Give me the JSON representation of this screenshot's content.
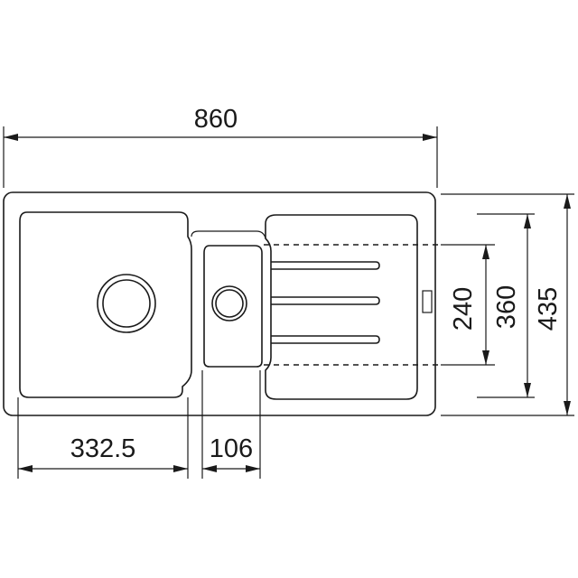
{
  "dimensions": {
    "overall_width": "860",
    "main_bowl_width": "332.5",
    "small_bowl_width": "106",
    "inner_depth": "240",
    "bowl_depth": "360",
    "overall_depth": "435"
  },
  "colors": {
    "line": "#1a1a1a",
    "background": "#ffffff"
  }
}
